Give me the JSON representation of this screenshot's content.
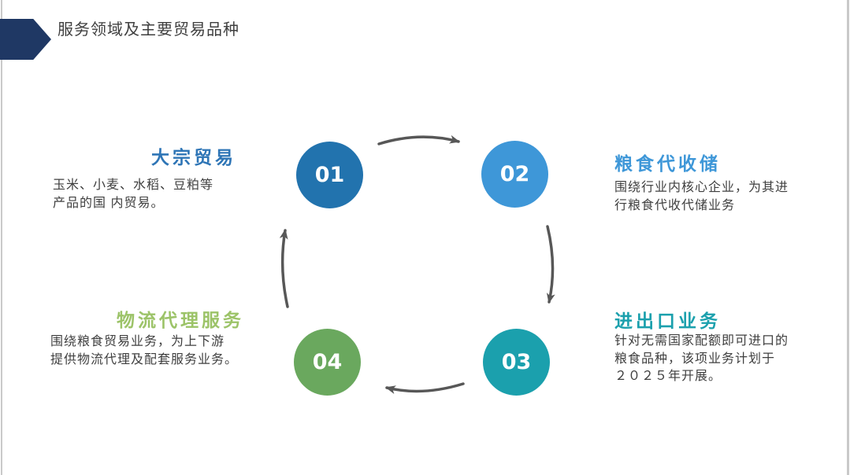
{
  "page": {
    "title": "服务领域及主要贸易品种"
  },
  "theme": {
    "header_marker_color": "#1F3864",
    "title_color": "#3F3F3F",
    "body_text_color": "#3F3F3F",
    "arrow_color": "#575757",
    "page_edge_color": "#C9C9C9"
  },
  "diagram": {
    "type": "cycle",
    "arrow_color": "#575757",
    "steps": [
      {
        "number": "01",
        "circle_color": "#2273AE",
        "label": "大宗贸易",
        "label_color": "#2E75B6",
        "description": "玉米、小麦、水稻、豆粕等\n产品的国 内贸易。"
      },
      {
        "number": "02",
        "circle_color": "#3E97D8",
        "label": "粮食代收储",
        "label_color": "#3E97D8",
        "description": "围绕行业内核心企业，为其进\n行粮食代收代储业务"
      },
      {
        "number": "03",
        "circle_color": "#1BA0AD",
        "label": "进出口业务",
        "label_color": "#1BA0AD",
        "description": "针对无需国家配额即可进口的\n粮食品种，该项业务计划于\n２０２５年开展。"
      },
      {
        "number": "04",
        "circle_color": "#6AA85E",
        "label": "物流代理服务",
        "label_color": "#9CC368",
        "description": "围绕粮食贸易业务，为上下游\n提供物流代理及配套服务业务。"
      }
    ]
  }
}
